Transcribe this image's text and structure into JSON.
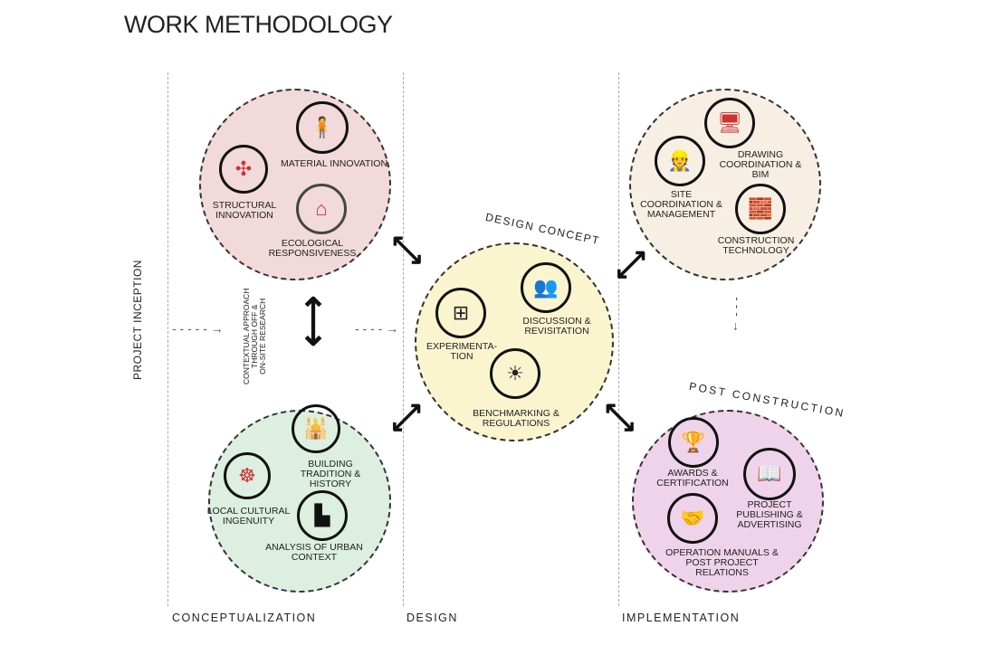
{
  "title": "WORK METHODOLOGY",
  "side_label": "PROJECT INCEPTION",
  "contextual": [
    "CONTEXTUAL APPROACH",
    "THROUGH OFF &",
    "ON-SITE RESEARCH"
  ],
  "phases": [
    "CONCEPTUALIZATION",
    "DESIGN",
    "IMPLEMENTATION"
  ],
  "innovation": {
    "material": "MATERIAL INNOVATION",
    "structural": "STRUCTURAL INNOVATION",
    "ecological": "ECOLOGICAL RESPONSIVENESS"
  },
  "heritage": {
    "building": "BUILDING TRADITION & HISTORY",
    "local": "LOCAL CULTURAL INGENUITY",
    "urban": "ANALYSIS OF URBAN CONTEXT"
  },
  "design": {
    "arc_label": "DESIGN CONCEPT",
    "experimentation": "EXPERIMENTA- TION",
    "discussion": "DISCUSSION & REVISITATION",
    "benchmarking": "BENCHMARKING & REGULATIONS"
  },
  "implementation": {
    "drawing": "DRAWING COORDINATION & BIM",
    "site": "SITE COORDINATION & MANAGEMENT",
    "construction": "CONSTRUCTION TECHNOLOGY"
  },
  "post": {
    "arc_label": "POST CONSTRUCTION",
    "awards": "AWARDS & CERTIFICATION",
    "publishing": "PROJECT PUBLISHING & ADVERTISING",
    "manuals": "OPERATION MANUALS & POST PROJECT RELATIONS"
  },
  "colors": {
    "pink": "#f2d9da",
    "green": "#dcefe0",
    "yellow": "#faf5cf",
    "beige": "#f7efe4",
    "purple": "#efd3ea",
    "red": "#d32f2f"
  }
}
